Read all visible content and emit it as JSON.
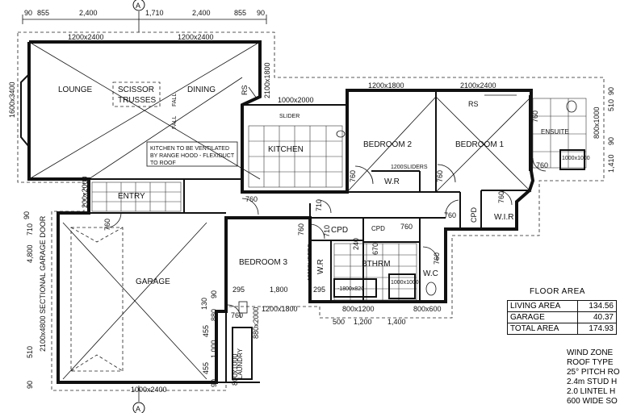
{
  "section_marker": "A",
  "dims_top": [
    "90",
    "855",
    "2,400",
    "1,710",
    "2,400",
    "855",
    "90"
  ],
  "windows": {
    "lounge": "1200x2400",
    "dining": "1200x2400",
    "lounge_side": "1600x3400",
    "dining_side": "2100x1800",
    "kitchen": "1000x2000",
    "bed2": "1200x1800",
    "bed1": "2100x2400",
    "ensuite": "800x1000",
    "entry": "200x2000",
    "garage_door": "2100x4800 SECTIONAL GARAGE DOOR",
    "bed3": "1200x1800",
    "bthrm": "800x1200",
    "wc": "800x600",
    "garage_front": "1000x2400",
    "laundry_side": "800x1000",
    "laundry_door": "880x2000"
  },
  "rooms": {
    "lounge": "LOUNGE",
    "dining": "DINING",
    "scissor": "SCISSOR",
    "trusses": "TRUSSES",
    "kitchen": "KITCHEN",
    "entry": "ENTRY",
    "garage": "GARAGE",
    "bed1": "BEDROOM 1",
    "bed2": "BEDROOM 2",
    "bed3": "BEDROOM 3",
    "wr1": "W.R",
    "wr2": "W.R",
    "wir": "W.I.R",
    "ensuite": "ENSUITE",
    "bthrm": "BTHRM",
    "wc": "W.C",
    "cpd": "CPD",
    "cpd2": "CPD",
    "cpd3": "CPD",
    "laundry": "LAUNDRY"
  },
  "notes": {
    "fall": "FALL",
    "rs": "RS",
    "slider": "SLIDER",
    "sliders": "1200SLIDERS",
    "kitchen_vent": [
      "KITCHEN TO BE VENTILATED",
      "BY RANGE HOOD - FLEXIDUCT",
      "TO ROOF"
    ],
    "bath": "-1800x820",
    "shower": "1000x1000",
    "shower_ens": "1000x1000"
  },
  "door_dims": [
    "760",
    "760",
    "760",
    "760",
    "760",
    "760",
    "710",
    "710",
    "760",
    "760",
    "670",
    "240",
    "760",
    "760",
    "760",
    "760"
  ],
  "misc_dims": {
    "d295a": "295",
    "d1800": "1,800",
    "d295b": "295",
    "d90": "90",
    "d130": "130",
    "d880": "880",
    "d455": "455",
    "d1000": "1,000",
    "d455b": "455",
    "d90b": "90",
    "d500": "500",
    "d1200": "1,200",
    "d1400": "1,400",
    "d4800": "4,800",
    "d710": "710",
    "d510": "510",
    "d90c": "90",
    "d1410": "1,410",
    "d510r": "510",
    "d90r": "90",
    "d90r2": "90",
    "d90l": "90"
  },
  "floor_area": {
    "title": "FLOOR AREA",
    "rows": [
      {
        "label": "LIVING AREA",
        "value": "134.56"
      },
      {
        "label": "GARAGE",
        "value": "40.37"
      },
      {
        "label": "TOTAL AREA",
        "value": "174.93"
      }
    ]
  },
  "spec_notes": [
    "WIND ZONE",
    "ROOF TYPE",
    "25° PITCH RO",
    "2.4m STUD H",
    "2.0 LINTEL H",
    "600 WIDE SO"
  ]
}
